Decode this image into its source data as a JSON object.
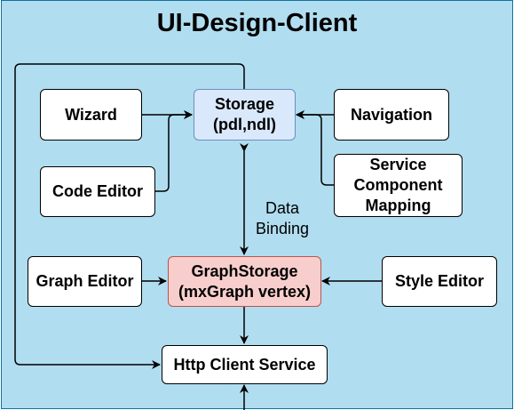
{
  "diagram": {
    "title": "UI-Design-Client",
    "nodes": {
      "storage": "Storage\n(pdl,ndl)",
      "wizard": "Wizard",
      "code_editor": "Code Editor",
      "navigation": "Navigation",
      "service_component_mapping": "Service\nComponent\nMapping",
      "graph_editor": "Graph Editor",
      "graph_storage": "GraphStorage\n(mxGraph vertex)",
      "style_editor": "Style Editor",
      "http_client_service": "Http Client Service"
    },
    "edge_label": "Data\nBinding",
    "colors": {
      "background": "#b1ddf0",
      "storage_fill": "#dae8fc",
      "graph_storage_fill": "#f8cecc",
      "line": "#000000"
    }
  }
}
